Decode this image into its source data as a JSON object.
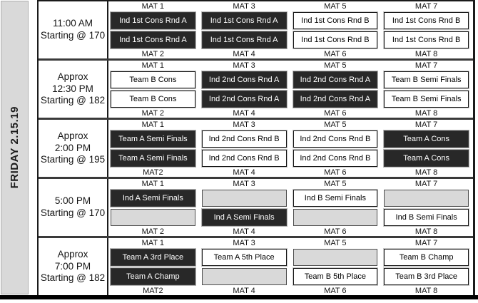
{
  "day_label": "FRIDAY 2.15.19",
  "colors": {
    "dark_cell": "#282828",
    "empty_cell": "#d9d9d9",
    "sidebar_strip": "#d9d9d9",
    "border": "#1a1a1a"
  },
  "groups": [
    {
      "time_lines": [
        "11:00 AM",
        "Starting @ 170"
      ],
      "top_mats": [
        "MAT 1",
        "MAT 3",
        "MAT 5",
        "MAT 7"
      ],
      "bottom_mats": [
        "MAT 2",
        "MAT 4",
        "MAT 6",
        "MAT 8"
      ],
      "row1": [
        {
          "label": "Ind 1st Cons Rnd A",
          "variant": "dark"
        },
        {
          "label": "Ind 1st Cons Rnd A",
          "variant": "dark"
        },
        {
          "label": "Ind 1st Cons Rnd B",
          "variant": "light"
        },
        {
          "label": "Ind 1st Cons Rnd B",
          "variant": "light"
        }
      ],
      "row2": [
        {
          "label": "Ind 1st Cons Rnd A",
          "variant": "dark"
        },
        {
          "label": "Ind 1st Cons Rnd A",
          "variant": "dark"
        },
        {
          "label": "Ind 1st Cons Rnd B",
          "variant": "light"
        },
        {
          "label": "Ind 1st Cons Rnd B",
          "variant": "light"
        }
      ]
    },
    {
      "time_lines": [
        "Approx",
        "12:30 PM",
        "Starting @ 182"
      ],
      "top_mats": [
        "MAT 1",
        "MAT 3",
        "MAT 5",
        "MAT 7"
      ],
      "bottom_mats": [
        "MAT 2",
        "MAT 4",
        "MAT 6",
        "MAT 8"
      ],
      "row1": [
        {
          "label": "Team B Cons",
          "variant": "light"
        },
        {
          "label": "Ind 2nd Cons Rnd A",
          "variant": "dark"
        },
        {
          "label": "Ind 2nd Cons Rnd A",
          "variant": "dark"
        },
        {
          "label": "Team B Semi Finals",
          "variant": "light"
        }
      ],
      "row2": [
        {
          "label": "Team B Cons",
          "variant": "light"
        },
        {
          "label": "Ind 2nd Cons Rnd A",
          "variant": "dark"
        },
        {
          "label": "Ind 2nd Cons Rnd A",
          "variant": "dark"
        },
        {
          "label": "Team B Semi Finals",
          "variant": "light"
        }
      ]
    },
    {
      "time_lines": [
        "Approx",
        "2:00 PM",
        "Starting @ 195"
      ],
      "top_mats": [
        "MAT 1",
        "MAT 3",
        "MAT 5",
        "MAT 7"
      ],
      "bottom_mats": [
        "MAT2",
        "MAT 4",
        "MAT 6",
        "MAT 8"
      ],
      "row1": [
        {
          "label": "Team A Semi Finals",
          "variant": "dark"
        },
        {
          "label": "Ind 2nd Cons Rnd B",
          "variant": "light"
        },
        {
          "label": "Ind 2nd Cons Rnd B",
          "variant": "light"
        },
        {
          "label": "Team A Cons",
          "variant": "dark"
        }
      ],
      "row2": [
        {
          "label": "Team A Semi Finals",
          "variant": "dark"
        },
        {
          "label": "Ind 2nd Cons Rnd B",
          "variant": "light"
        },
        {
          "label": "Ind 2nd Cons Rnd B",
          "variant": "light"
        },
        {
          "label": "Team A Cons",
          "variant": "dark"
        }
      ]
    },
    {
      "time_lines": [
        "5:00 PM",
        "Starting @ 170"
      ],
      "top_mats": [
        "MAT 1",
        "MAT 3",
        "MAT 5",
        "MAT 7"
      ],
      "bottom_mats": [
        "MAT 2",
        "MAT 4",
        "MAT 6",
        "MAT 8"
      ],
      "row1": [
        {
          "label": "Ind A Semi Finals",
          "variant": "dark"
        },
        {
          "label": "",
          "variant": "empty"
        },
        {
          "label": "Ind B Semi Finals",
          "variant": "light"
        },
        {
          "label": "",
          "variant": "empty"
        }
      ],
      "row2": [
        {
          "label": "",
          "variant": "empty"
        },
        {
          "label": "Ind A Semi Finals",
          "variant": "dark"
        },
        {
          "label": "",
          "variant": "empty"
        },
        {
          "label": "Ind B Semi Finals",
          "variant": "light"
        }
      ]
    },
    {
      "time_lines": [
        "Approx",
        "7:00 PM",
        "Starting @ 182"
      ],
      "top_mats": [
        "MAT 1",
        "MAT 3",
        "MAT 5",
        "MAT 7"
      ],
      "bottom_mats": [
        "MAT2",
        "MAT 4",
        "MAT 6",
        "MAT 8"
      ],
      "row1": [
        {
          "label": "Team A 3rd Place",
          "variant": "dark"
        },
        {
          "label": "Team A 5th Place",
          "variant": "light"
        },
        {
          "label": "",
          "variant": "empty"
        },
        {
          "label": "Team B Champ",
          "variant": "light"
        }
      ],
      "row2": [
        {
          "label": "Team A Champ",
          "variant": "dark"
        },
        {
          "label": "",
          "variant": "empty"
        },
        {
          "label": "Team B 5th Place",
          "variant": "light"
        },
        {
          "label": "Team B 3rd Place",
          "variant": "light"
        }
      ]
    }
  ]
}
